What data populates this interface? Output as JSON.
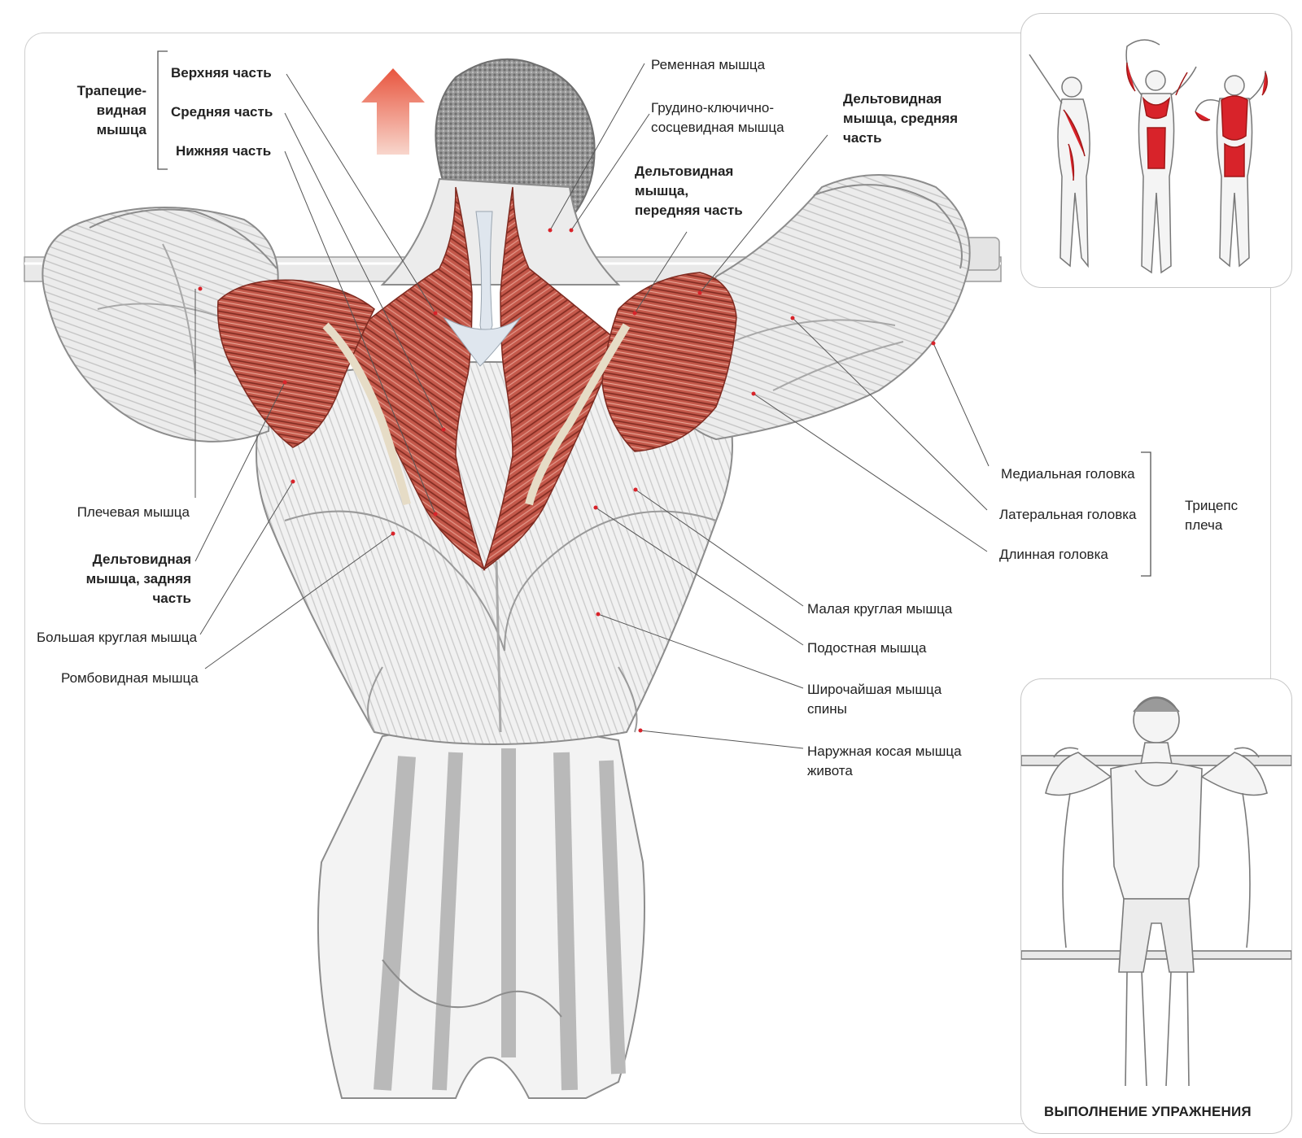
{
  "labels": {
    "trapezius_group": "Трапецие-\nвидная\nмышца",
    "trap_upper": "Верхняя часть",
    "trap_middle": "Средняя часть",
    "trap_lower": "Нижняя часть",
    "splenius": "Ременная мышца",
    "scm": "Грудино-ключично-\nсосцевидная мышца",
    "deltoid_middle": "Дельтовидная\nмышца, средняя\nчасть",
    "deltoid_front": "Дельтовидная\nмышца,\nпередняя часть",
    "brachialis": "Плечевая мышца",
    "deltoid_rear": "Дельтовидная\nмышца, задняя\nчасть",
    "teres_major": "Большая круглая мышца",
    "rhomboid": "Ромбовидная мышца",
    "triceps_medial": "Медиальная головка",
    "triceps_lateral": "Латеральная головка",
    "triceps_long": "Длинная головка",
    "triceps_group": "Трицепс\nплеча",
    "teres_minor": "Малая круглая мышца",
    "infraspinatus": "Подостная мышца",
    "latissimus": "Широчайшая мышца\nспины",
    "external_oblique": "Наружная косая мышца\nживота"
  },
  "exercise_caption": "ВЫПОЛНЕНИЕ УПРАЖНЕНИЯ",
  "colors": {
    "muscle_red": "#b8493b",
    "muscle_red_light": "#d77a69",
    "highlight_red": "#d8232a",
    "arrow_top": "#e8553e",
    "arrow_bottom": "#f8d6cc",
    "sketch_gray": "#8c8c8c",
    "leader_line": "#555555"
  }
}
